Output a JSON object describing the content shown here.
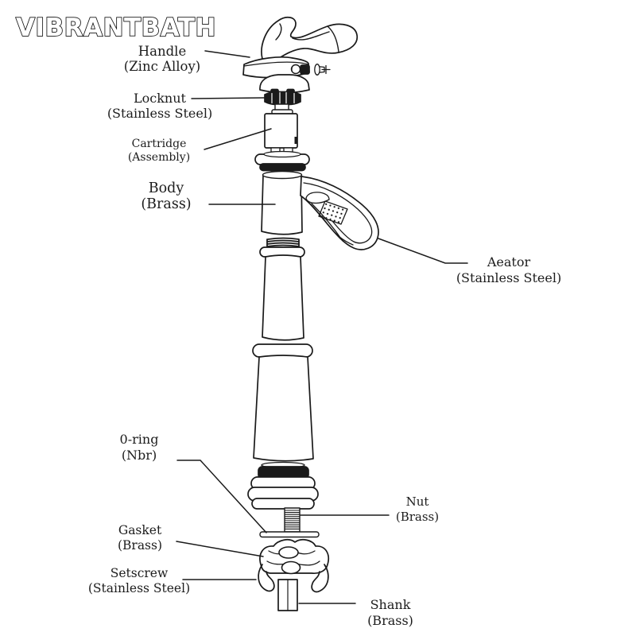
{
  "brand": {
    "logo_text": "VIBRANTBATH"
  },
  "diagram": {
    "type": "exploded-view-faucet",
    "colors": {
      "line": "#1a1a1a",
      "fill": "#ffffff",
      "text": "#1c1c1c"
    },
    "parts": [
      {
        "name": "Handle",
        "material": "(Zinc Alloy)"
      },
      {
        "name": "Locknut",
        "material": "(Stainless Steel)"
      },
      {
        "name": "Cartridge",
        "material": "(Assembly)"
      },
      {
        "name": "Body",
        "material": "(Brass)"
      },
      {
        "name": "Aeator",
        "material": "(Stainless Steel)"
      },
      {
        "name": "0-ring",
        "material": "(Nbr)"
      },
      {
        "name": "Nut",
        "material": "(Brass)"
      },
      {
        "name": "Gasket",
        "material": "(Brass)"
      },
      {
        "name": "Setscrew",
        "material": "(Stainless Steel)"
      },
      {
        "name": "Shank",
        "material": "(Brass)"
      }
    ]
  }
}
